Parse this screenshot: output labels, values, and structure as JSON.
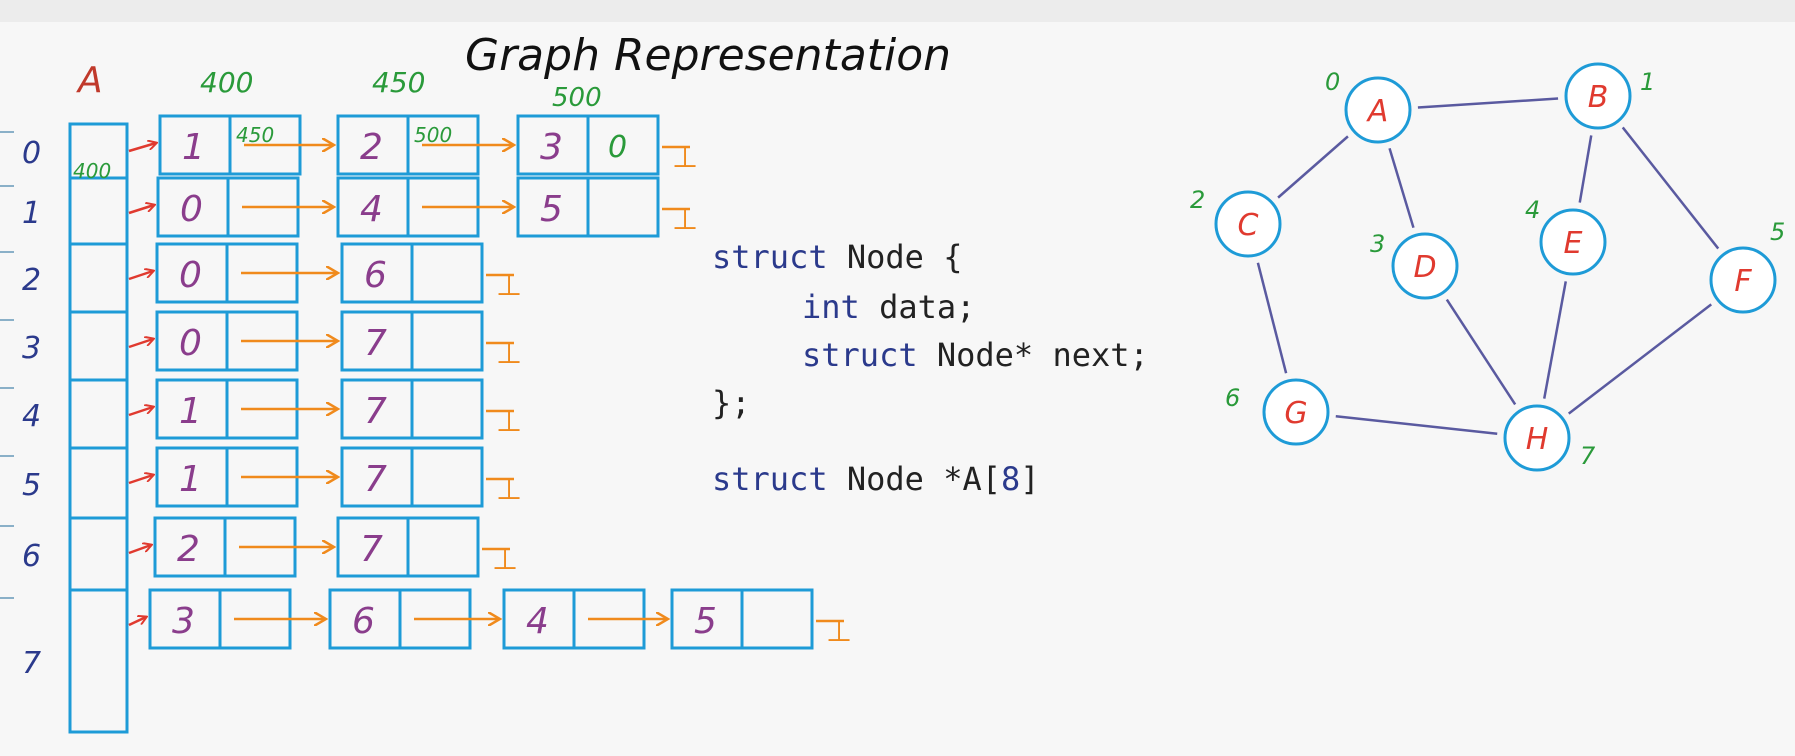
{
  "title": "Graph Representation",
  "array_label": "A",
  "array_first_cell_value": "400",
  "node_addresses": [
    "400",
    "450",
    "500"
  ],
  "node_next_labels": [
    "450",
    "500"
  ],
  "null_symbol": "⊥",
  "rows": [
    {
      "index": "0",
      "nodes": [
        "1",
        "2",
        "3",
        "0"
      ]
    },
    {
      "index": "1",
      "nodes": [
        "0",
        "4",
        "5"
      ]
    },
    {
      "index": "2",
      "nodes": [
        "0",
        "6"
      ]
    },
    {
      "index": "3",
      "nodes": [
        "0",
        "7"
      ]
    },
    {
      "index": "4",
      "nodes": [
        "1",
        "7"
      ]
    },
    {
      "index": "5",
      "nodes": [
        "1",
        "7"
      ]
    },
    {
      "index": "6",
      "nodes": [
        "2",
        "7"
      ]
    },
    {
      "index": "7",
      "nodes": [
        "3",
        "6",
        "4",
        "5"
      ]
    }
  ],
  "code": {
    "line1_kw": "struct",
    "line1_rest": " Node {",
    "line2_kw": "int",
    "line2_rest": " data;",
    "line3_kw": "struct",
    "line3_rest": " Node* next;",
    "line4": "};",
    "line5_kw": "struct",
    "line5_a": " Node *A[",
    "line5_num": "8",
    "line5_b": "]"
  },
  "graph": {
    "vertices": [
      {
        "id": "A",
        "index": "0"
      },
      {
        "id": "B",
        "index": "1"
      },
      {
        "id": "C",
        "index": "2"
      },
      {
        "id": "D",
        "index": "3"
      },
      {
        "id": "E",
        "index": "4"
      },
      {
        "id": "F",
        "index": "5"
      },
      {
        "id": "G",
        "index": "6"
      },
      {
        "id": "H",
        "index": "7"
      }
    ],
    "edges": [
      [
        "A",
        "B"
      ],
      [
        "A",
        "C"
      ],
      [
        "A",
        "D"
      ],
      [
        "B",
        "E"
      ],
      [
        "B",
        "F"
      ],
      [
        "C",
        "G"
      ],
      [
        "D",
        "H"
      ],
      [
        "E",
        "H"
      ],
      [
        "F",
        "H"
      ],
      [
        "G",
        "H"
      ]
    ]
  },
  "colors": {
    "box": "#1e9bd7",
    "node_value": "#8a3d8c",
    "green_text": "#2a9a3a",
    "red_arrow": "#e03a2f",
    "orange_arrow": "#f08a1c",
    "row_index": "#2b3a8c",
    "graph_edge": "#5a5aa0",
    "vertex_label": "#e03a2f",
    "code_keyword": "#2b3a8c",
    "code_text": "#222222"
  }
}
